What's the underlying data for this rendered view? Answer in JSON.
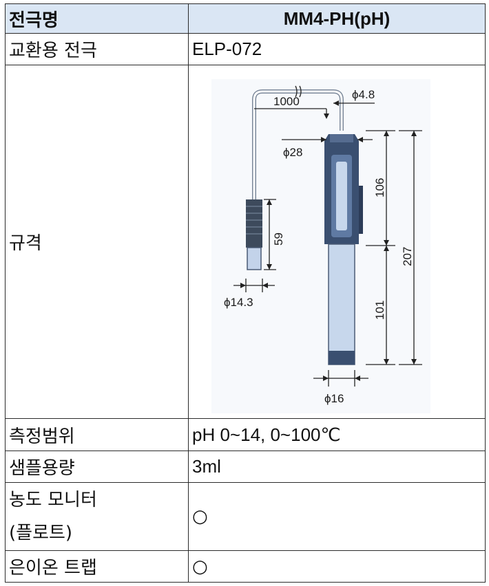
{
  "table": {
    "header": {
      "label": "전극명",
      "value": "MM4-PH(pH)"
    },
    "rows": [
      {
        "label": "교환용 전극",
        "value": "ELP-072"
      },
      {
        "label": "규격",
        "value": ""
      },
      {
        "label": "측정범위",
        "value": "pH 0~14, 0~100℃"
      },
      {
        "label": "샘플용량",
        "value": "3ml"
      },
      {
        "label_line1": "농도 모니터",
        "label_line2": "(플로트)",
        "value": "○"
      },
      {
        "label": "은이온 트랩",
        "value": "○"
      }
    ]
  },
  "diagram": {
    "dims": {
      "cable_length": "1000",
      "cable_dia": "ϕ4.8",
      "head_dia": "ϕ28",
      "connector_length": "59",
      "connector_dia": "ϕ14.3",
      "upper_length": "106",
      "total_length": "207",
      "lower_length": "101",
      "tip_dia": "ϕ16"
    }
  },
  "colors": {
    "header_bg": "#dae6f4",
    "border": "#2a2a2a",
    "electrode_body": "#c7d7ec",
    "electrode_dark": "#3a4f70"
  }
}
